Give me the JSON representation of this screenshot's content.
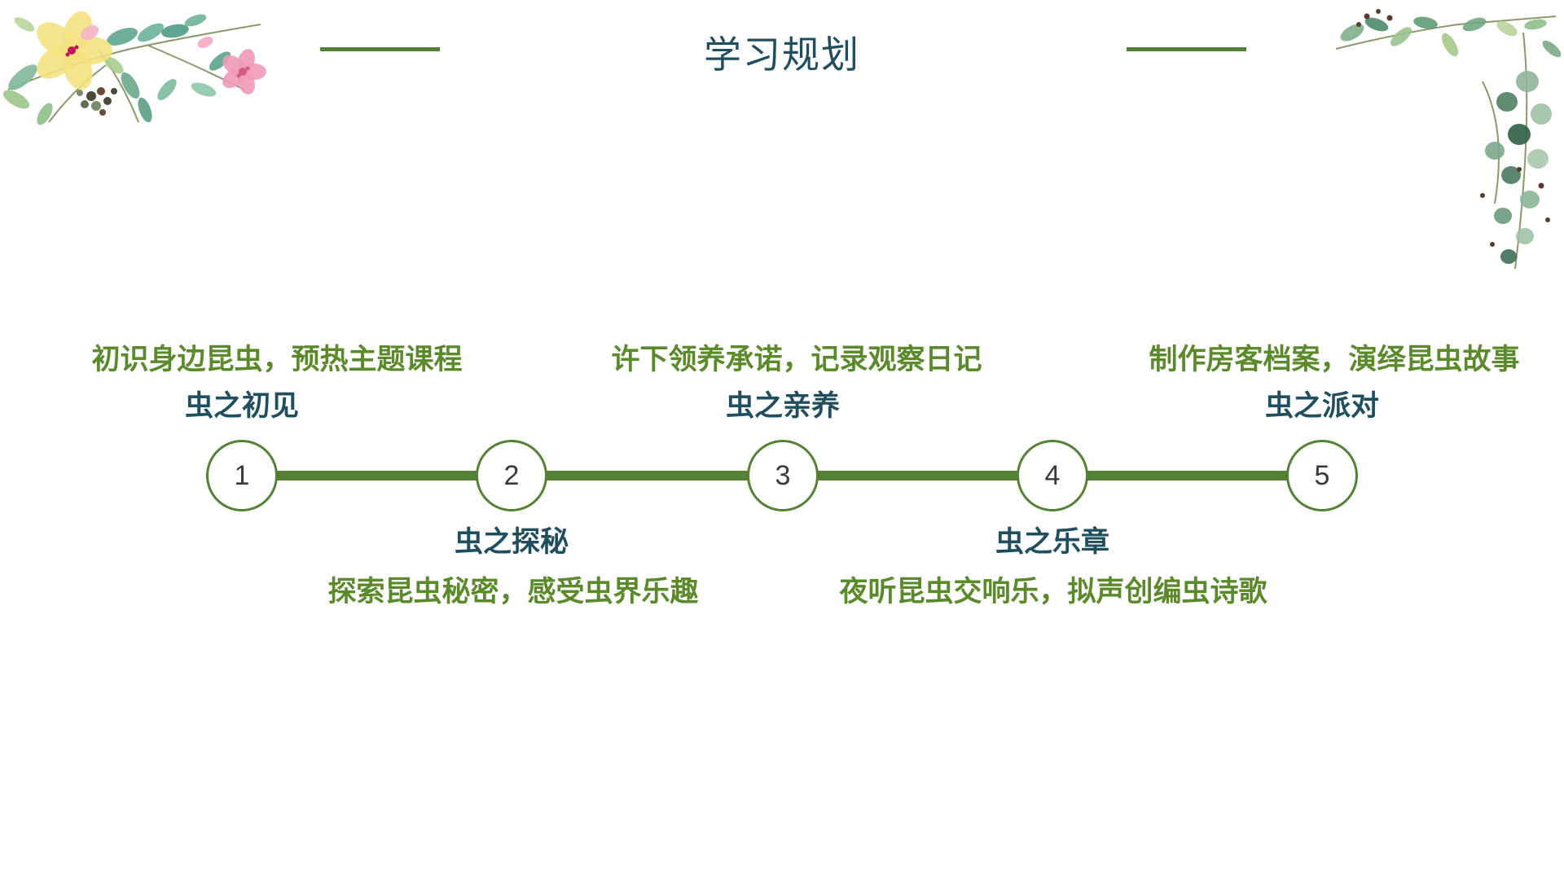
{
  "slide": {
    "title": "学习规划"
  },
  "timeline": {
    "steps": [
      {
        "number": "1",
        "title": "虫之初见",
        "description": "初识身边昆虫，预热主题课程"
      },
      {
        "number": "2",
        "title": "虫之探秘",
        "description": "探索昆虫秘密，感受虫界乐趣"
      },
      {
        "number": "3",
        "title": "虫之亲养",
        "description": "许下领养承诺，记录观察日记"
      },
      {
        "number": "4",
        "title": "虫之乐章",
        "description": "夜听昆虫交响乐，拟声创编虫诗歌"
      },
      {
        "number": "5",
        "title": "虫之派对",
        "description": "制作房客档案，演绎昆虫故事"
      }
    ]
  },
  "colors": {
    "accent_green": "#548235",
    "title_text": "#1f4e5f",
    "description_text": "#5b8a2b"
  },
  "decorations": {
    "top_left": "floral-cluster-icon",
    "top_right": "eucalyptus-foliage-icon"
  }
}
